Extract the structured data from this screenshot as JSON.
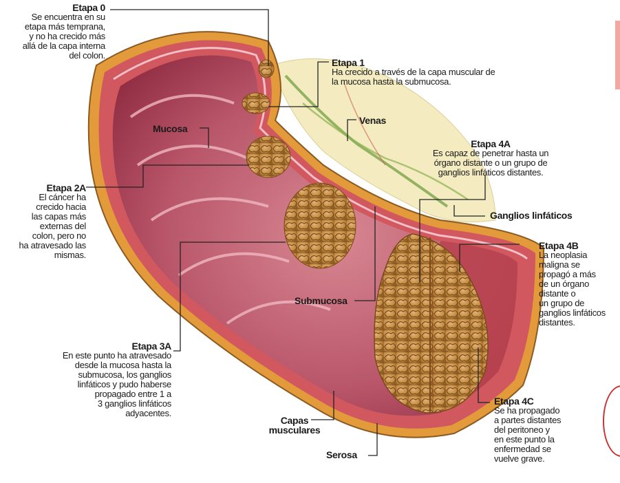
{
  "labels": {
    "etapa0": {
      "title": "Etapa 0",
      "desc": "Se encuentra en su\netapa más temprana,\ny no ha crecido más\nallá de la capa interna\ndel colon."
    },
    "etapa1": {
      "title": "Etapa 1",
      "desc": "Ha crecido a través de la capa muscular de\nla mucosa hasta la submucosa."
    },
    "mucosa": "Mucosa",
    "venas": "Venas",
    "etapa4a": {
      "title": "Etapa 4A",
      "desc": "Es capaz de penetrar hasta un\nórgano distante o un grupo de\nganglios linfáticos distantes."
    },
    "etapa2a": {
      "title": "Etapa 2A",
      "desc": "El cáncer ha\ncrecido hacia\nlas capas más\nexternas del\ncolon, pero no\nha atravesado las\nmismas."
    },
    "ganglios": "Ganglios linfáticos",
    "etapa4b": {
      "title": "Etapa 4B",
      "desc": "La neoplasia\nmaligna se\npropagó a más\nde un órgano\ndistante o\nun grupo de\nganglios linfáticos\ndistantes."
    },
    "submucosa": "Submucosa",
    "etapa3a": {
      "title": "Etapa 3A",
      "desc": "En este punto ha atravesado\ndesde la mucosa hasta la\nsubmucosa, los ganglios\nlinfáticos y pudo haberse\npropagado entre 1 a\n3 ganglios linfáticos\nadyacentes."
    },
    "etapa4c": {
      "title": "Etapa 4C",
      "desc": "Se ha propagado\na partes distantes\ndel peritoneo y\nen este punto la\nenfermedad se\nvuelve grave."
    },
    "capas": "Capas\nmusculares",
    "serosa": "Serosa"
  },
  "colors": {
    "serosa": "#e39a3a",
    "muscle": "#c84a50",
    "mucosa": "#a8304a",
    "lumen": "#c76a78",
    "tumor": "#c9904a",
    "tumor_dark": "#8a5a22",
    "fat": "#f4ecc0",
    "vein": "#6a9a3a",
    "line": "#222222"
  }
}
